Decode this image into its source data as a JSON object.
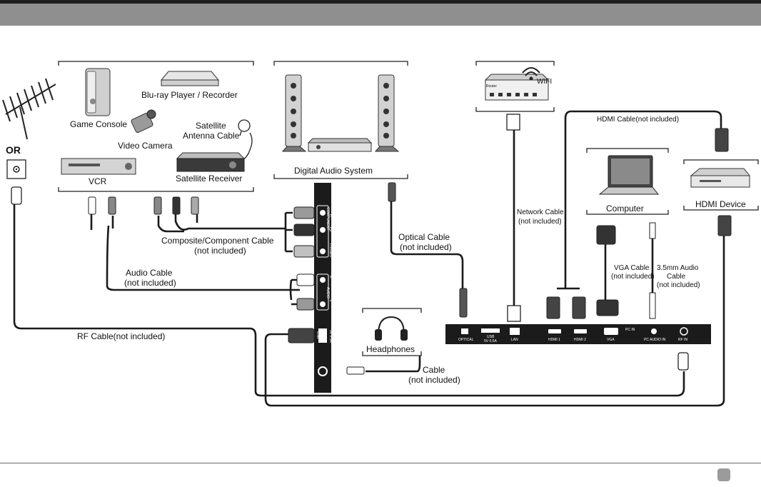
{
  "labels": {
    "or": "OR",
    "game_console": "Game Console",
    "bluray": "Blu-ray Player / Recorder",
    "video_camera": "Video Camera",
    "satellite": "Satellite",
    "antenna_cable": "Antenna Cable",
    "vcr": "VCR",
    "satellite_receiver": "Satellite Receiver",
    "digital_audio": "Digital Audio System",
    "router": "Router",
    "wifi": "WIFI",
    "hdmi_cable": "HDMI Cable(not included)",
    "computer": "Computer",
    "hdmi_device": "HDMI Device",
    "network_cable_1": "Network Cable",
    "network_cable_2": "(not included)",
    "composite_1": "Composite/Component Cable",
    "composite_2": "(not included)",
    "optical_1": "Optical Cable",
    "optical_2": "(not included)",
    "vga_1": "VGA Cable",
    "vga_2": "(not included)",
    "audio35_1": "3.5mm Audio",
    "audio35_2": "Cable",
    "audio35_3": "(not included)",
    "audio_cable_1": "Audio Cable",
    "audio_cable_2": "(not included)",
    "rf_cable": "RF Cable(not included)",
    "headphones": "Headphones",
    "cable_1": "Cable",
    "cable_2": "(not included)"
  },
  "ports": {
    "optical": "OPTICAL",
    "usb": "USB",
    "usb_sub": "5V 0.5A",
    "lan": "LAN",
    "hdmi1": "HDMI 1",
    "hdmi2": "HDMI 2",
    "vga": "VGA",
    "pc_audio": "PC AUDIO IN",
    "pc_in": "PC IN",
    "rf_in": "RF IN",
    "component": "COMPONENT",
    "pb": "Pb",
    "pr": "Pr",
    "y_video": "Y/VIDEO",
    "audio": "AUDIO",
    "audio_r": "R",
    "audio_l": "L",
    "usb_side": "USB",
    "usb_side_sub": "5V 0.5A"
  }
}
